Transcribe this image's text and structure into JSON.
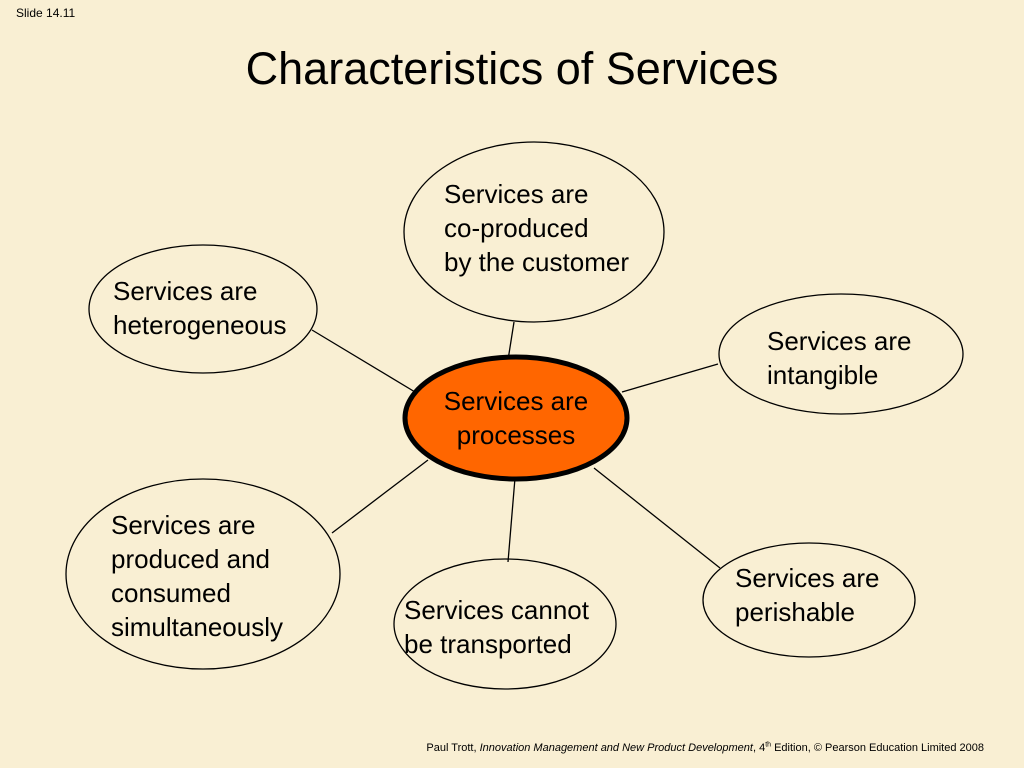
{
  "slide_number": "Slide 14.11",
  "title": "Characteristics of Services",
  "center": {
    "lines": [
      "Services are",
      "processes"
    ],
    "fill": "#ff6600",
    "stroke": "#000000"
  },
  "nodes": {
    "coproduced": {
      "lines": [
        "Services are",
        "co-produced",
        "by the customer"
      ]
    },
    "heterogeneous": {
      "lines": [
        "Services are",
        "heterogeneous"
      ]
    },
    "intangible": {
      "lines": [
        "Services are",
        "intangible"
      ]
    },
    "simultaneous": {
      "lines": [
        "Services are",
        "produced and",
        "consumed",
        "simultaneously"
      ]
    },
    "transported": {
      "lines": [
        "Services cannot",
        "be transported"
      ]
    },
    "perishable": {
      "lines": [
        "Services are",
        "perishable"
      ]
    }
  },
  "footer": {
    "author": "Paul Trott, ",
    "book": "Innovation Management and New Product Development",
    "edition_prefix": ", 4",
    "edition_sup": "th",
    "edition_rest": " Edition, © Pearson Education Limited 2008"
  },
  "colors": {
    "background": "#f9efd3",
    "center_fill": "#ff6600"
  }
}
